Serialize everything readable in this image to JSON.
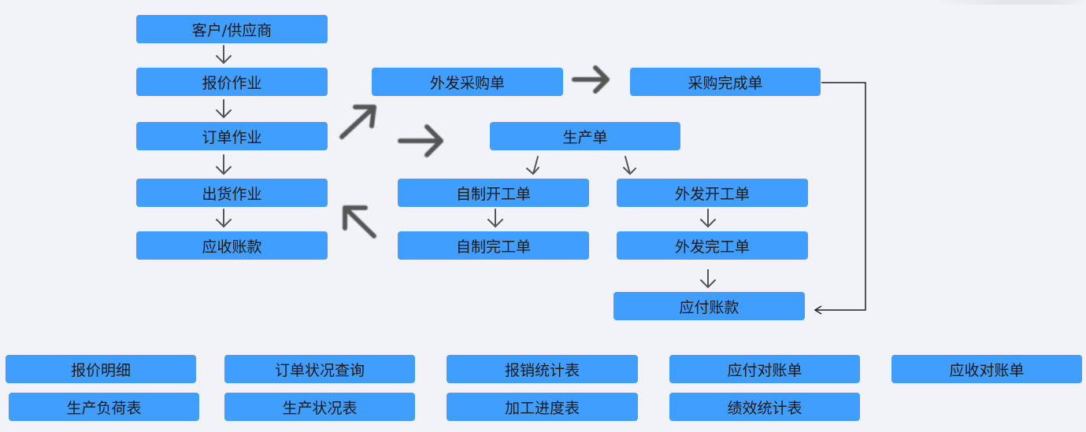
{
  "flow": {
    "customer_supplier": "客户/供应商",
    "quotation": "报价作业",
    "order": "订单作业",
    "shipment": "出货作业",
    "receivable": "应收账款",
    "outsource_purchase": "外发采购单",
    "purchase_complete": "采购完成单",
    "production_order": "生产单",
    "in_house_work_order": "自制开工单",
    "outsource_work_order": "外发开工单",
    "in_house_completion": "自制完工单",
    "outsource_completion": "外发完工单",
    "payable": "应付账款"
  },
  "reports": {
    "quotation_detail": "报价明细",
    "order_status_query": "订单状况查询",
    "expense_statistics": "报销统计表",
    "payable_reconciliation": "应付对账单",
    "receivable_reconciliation": "应收对账单",
    "production_load": "生产负荷表",
    "production_status": "生产状况表",
    "processing_progress": "加工进度表",
    "performance_statistics": "绩效统计表"
  },
  "colors": {
    "node_fill": "#409eff",
    "arrow": "#555555",
    "connector": "#222222",
    "background": "#f1f3f8"
  }
}
